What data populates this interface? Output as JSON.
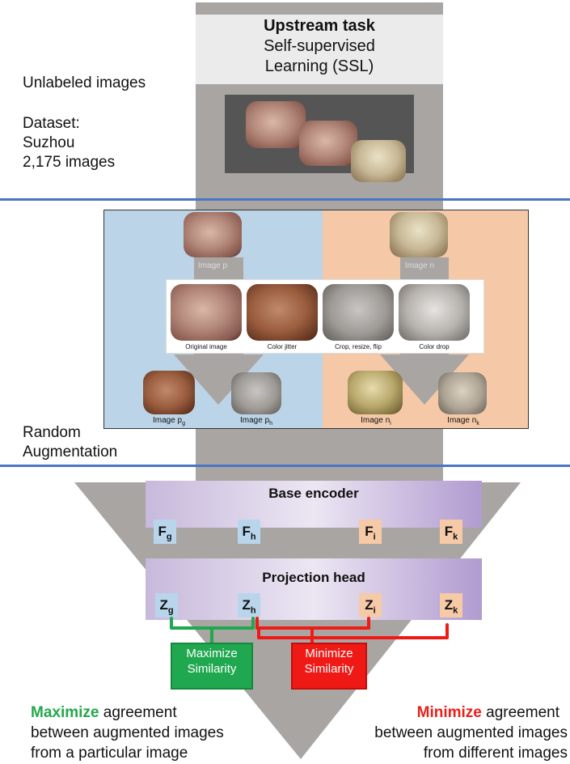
{
  "upstream": {
    "title": "Upstream task",
    "line2": "Self-supervised",
    "line3": "Learning (SSL)"
  },
  "left_labels": {
    "unlabeled": "Unlabeled images",
    "dataset": "Dataset:",
    "dataset_name": "Suzhou",
    "dataset_count": "2,175 images",
    "random": "Random",
    "augmentation": "Augmentation"
  },
  "augmentation": {
    "image_p": "Image p",
    "image_n": "Image n",
    "image_pg": "Image p",
    "image_pg_sub": "g",
    "image_ph": "Image p",
    "image_ph_sub": "h",
    "image_ni": "Image n",
    "image_ni_sub": "i",
    "image_nk": "Image n",
    "image_nk_sub": "k",
    "strip_captions": [
      "Original image",
      "Color jitter",
      "Crop, resize, flip",
      "Color drop"
    ]
  },
  "encoder": {
    "title": "Base encoder",
    "chips": [
      {
        "letter": "F",
        "sub": "g",
        "color": "blue"
      },
      {
        "letter": "F",
        "sub": "h",
        "color": "blue"
      },
      {
        "letter": "F",
        "sub": "i",
        "color": "orange"
      },
      {
        "letter": "F",
        "sub": "k",
        "color": "orange"
      }
    ]
  },
  "projection": {
    "title": "Projection head",
    "chips": [
      {
        "letter": "Z",
        "sub": "g",
        "color": "blue"
      },
      {
        "letter": "Z",
        "sub": "h",
        "color": "blue"
      },
      {
        "letter": "Z",
        "sub": "i",
        "color": "orange"
      },
      {
        "letter": "Z",
        "sub": "k",
        "color": "orange"
      }
    ]
  },
  "similarity": {
    "max_line1": "Maximize",
    "max_line2": "Similarity",
    "min_line1": "Minimize",
    "min_line2": "Similarity"
  },
  "bottom": {
    "left_kw": "Maximize",
    "left_rest1": " agreement",
    "left_line2": "between augmented images",
    "left_line3": "from a particular image",
    "right_kw": "Minimize",
    "right_rest1": " agreement",
    "right_line2": "between augmented images",
    "right_line3": "from different images"
  },
  "colors": {
    "separator": "#4a74c4",
    "maximize": "#1fa84f",
    "minimize": "#ef1a16",
    "blue_panel": "#bcd4e8",
    "orange_panel": "#f5c9a8"
  }
}
